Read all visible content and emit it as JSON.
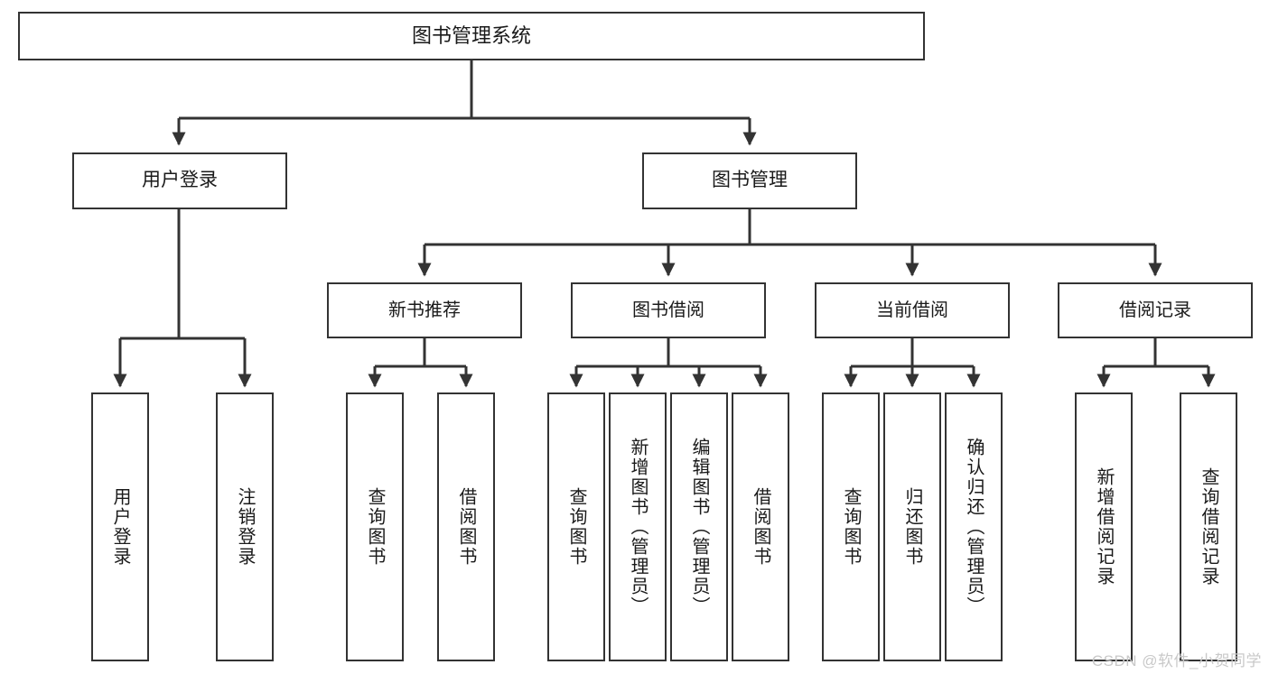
{
  "diagram": {
    "title": "图书管理系统",
    "type": "tree-hierarchy-diagram",
    "watermark": "CSDN @软件_小贺同学",
    "colors": {
      "box_border": "#333333",
      "box_fill": "#ffffff",
      "connector": "#333333",
      "text": "#1a1a1a",
      "watermark": "#c9c9c9"
    },
    "nodes": {
      "root": {
        "label": "图书管理系统"
      },
      "level2": [
        {
          "id": "user-login",
          "label": "用户登录"
        },
        {
          "id": "book-management",
          "label": "图书管理"
        }
      ],
      "level3": [
        {
          "id": "new-book-recommend",
          "label": "新书推荐"
        },
        {
          "id": "book-borrow",
          "label": "图书借阅"
        },
        {
          "id": "current-borrow",
          "label": "当前借阅"
        },
        {
          "id": "borrow-record",
          "label": "借阅记录"
        }
      ],
      "leaves": [
        {
          "id": "leaf-user-login",
          "label": "用户登录"
        },
        {
          "id": "leaf-logout-login",
          "label": "注销登录"
        },
        {
          "id": "leaf-query-book-1",
          "label": "查询图书"
        },
        {
          "id": "leaf-borrow-book-1",
          "label": "借阅图书"
        },
        {
          "id": "leaf-query-book-2",
          "label": "查询图书"
        },
        {
          "id": "leaf-add-book-admin",
          "label": "新增图书（管理员）"
        },
        {
          "id": "leaf-edit-book-admin",
          "label": "编辑图书（管理员）"
        },
        {
          "id": "leaf-borrow-book-2",
          "label": "借阅图书"
        },
        {
          "id": "leaf-query-book-3",
          "label": "查询图书"
        },
        {
          "id": "leaf-return-book",
          "label": "归还图书"
        },
        {
          "id": "leaf-confirm-return-admin",
          "label": "确认归还（管理员）"
        },
        {
          "id": "leaf-add-borrow-record",
          "label": "新增借阅记录"
        },
        {
          "id": "leaf-query-borrow-record",
          "label": "查询借阅记录"
        }
      ]
    }
  }
}
